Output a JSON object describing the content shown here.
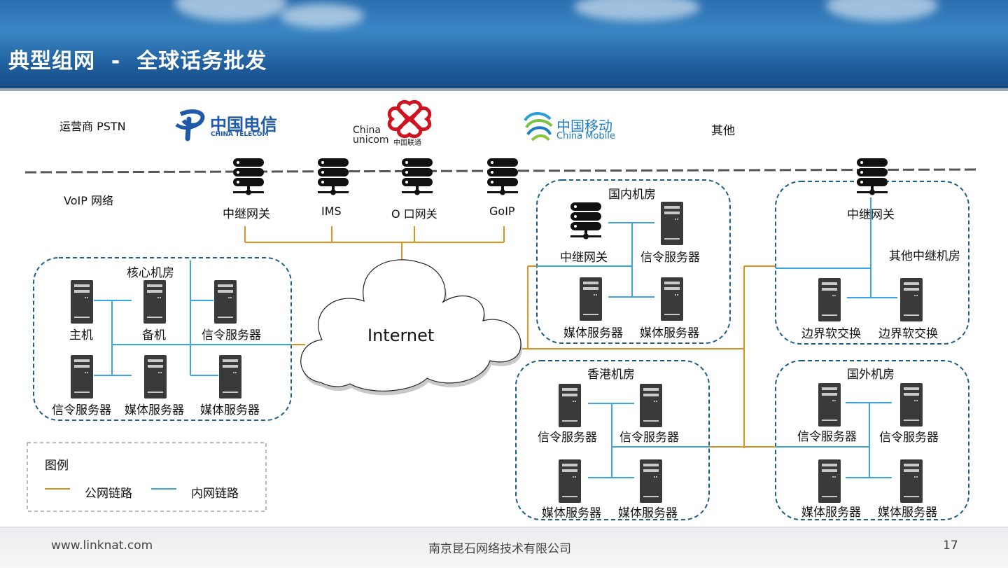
{
  "title": "典型组网  -  全球话务批发",
  "layers": {
    "pstn_label": "运营商 PSTN",
    "voip_label": "VoIP 网络",
    "other_label": "其他"
  },
  "logos": {
    "telecom_cn": "中国电信",
    "telecom_en": "CHINA TELECOM",
    "unicom_en1": "China",
    "unicom_en2": "unicom",
    "unicom_cn": "中国联通",
    "mobile_cn": "中国移动",
    "mobile_en": "China Mobile"
  },
  "top_gateways": [
    "中继网关",
    "IMS",
    "O 口网关",
    "GoIP"
  ],
  "internet_label": "Internet",
  "core_room": {
    "title": "核心机房",
    "servers": [
      "主机",
      "备机",
      "信令服务器",
      "信令服务器",
      "媒体服务器",
      "媒体服务器"
    ]
  },
  "domestic_room": {
    "title": "国内机房",
    "servers": [
      "中继网关",
      "信令服务器",
      "媒体服务器",
      "媒体服务器"
    ]
  },
  "hk_room": {
    "title": "香港机房",
    "servers": [
      "信令服务器",
      "信令服务器",
      "媒体服务器",
      "媒体服务器"
    ]
  },
  "other_trunk_room": {
    "title": "其他中继机房",
    "gateway": "中继网关",
    "servers": [
      "边界软交换",
      "边界软交换"
    ]
  },
  "foreign_room": {
    "title": "国外机房",
    "servers": [
      "信令服务器",
      "信令服务器",
      "媒体服务器",
      "媒体服务器"
    ]
  },
  "legend": {
    "title": "图例",
    "public": "公网链路",
    "private": "内网链路"
  },
  "colors": {
    "public_link": "#e0901c",
    "private_link": "#3aa5e0",
    "room_border": "#1e5f86",
    "server": "#3a3a3a"
  },
  "footer": {
    "website": "www.linknat.com",
    "company": "南京昆石网络技术有限公司",
    "page": "17"
  }
}
